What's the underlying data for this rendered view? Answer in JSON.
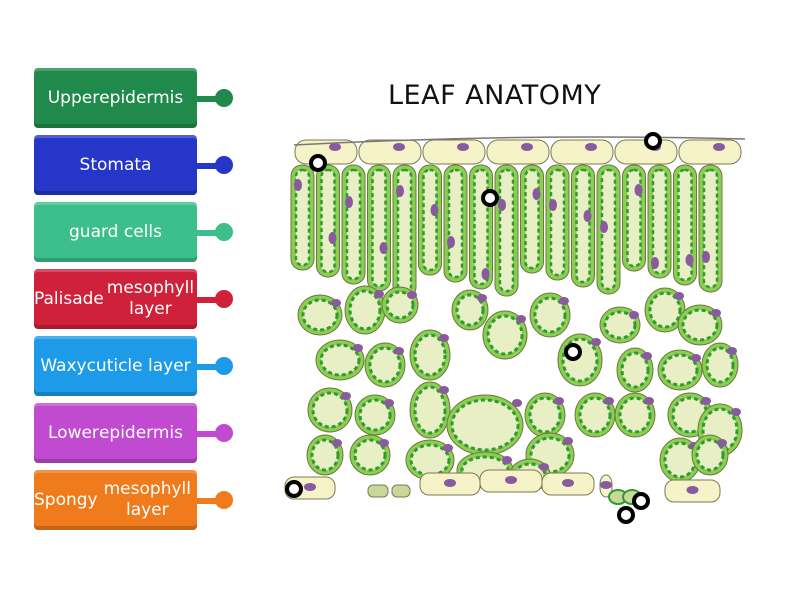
{
  "title": "LEAF ANATOMY",
  "labels": [
    {
      "text": "Upper epidermis",
      "lines": [
        "Upper",
        "epidermis"
      ],
      "color": "#1f8a4c"
    },
    {
      "text": "Stomata",
      "lines": [
        "Stomata"
      ],
      "color": "#2536c9"
    },
    {
      "text": "guard cells",
      "lines": [
        "guard cells"
      ],
      "color": "#3dbf8b"
    },
    {
      "text": "Palisade mesophyll layer",
      "lines": [
        "Palisade",
        "mesophyll layer"
      ],
      "color": "#d0213a"
    },
    {
      "text": "Waxy cuticle layer",
      "lines": [
        "Waxy",
        "cuticle layer"
      ],
      "color": "#1e9be8"
    },
    {
      "text": "Lower epidermis",
      "lines": [
        "Lower",
        "epidermis"
      ],
      "color": "#c04bd0"
    },
    {
      "text": "Spongy mesophyll layer",
      "lines": [
        "Spongy",
        "mesophyll layer"
      ],
      "color": "#f07b1c"
    }
  ],
  "colors": {
    "cell_fill": "#e8efc4",
    "chloroplast": "#2f9a2f",
    "cell_wall": "#8dcc55",
    "nucleus": "#8a5aa0",
    "epidermis": "#f6f3c8"
  }
}
